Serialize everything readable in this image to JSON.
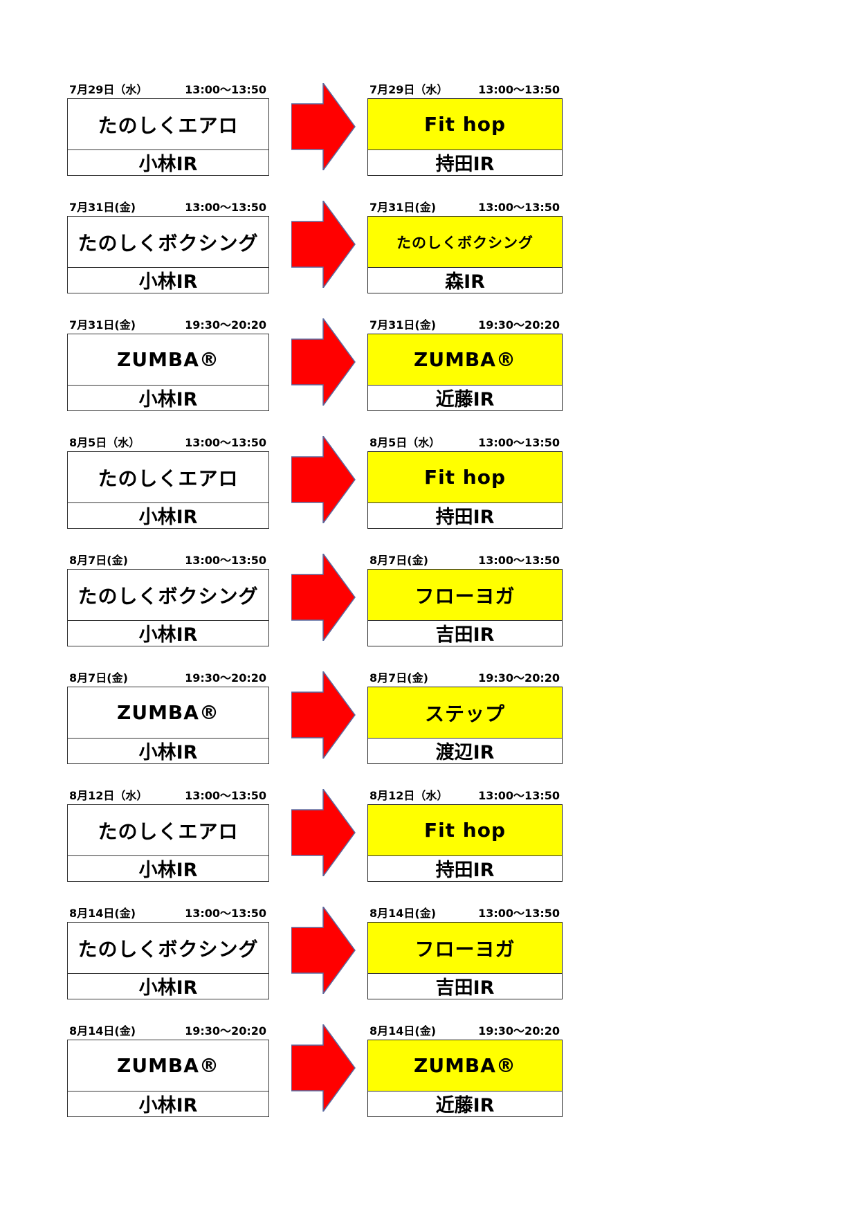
{
  "rows": [
    {
      "before": {
        "date": "7月29日（水）",
        "time": "13:00〜13:50",
        "class": "たのしくエアロ",
        "instructor": "小林IR"
      },
      "after": {
        "date": "7月29日（水）",
        "time": "13:00〜13:50",
        "class": "Fit hop",
        "instructor": "持田IR"
      }
    },
    {
      "before": {
        "date": "7月31日(金)",
        "time": "13:00〜13:50",
        "class": "たのしくボクシング",
        "instructor": "小林IR"
      },
      "after": {
        "date": "7月31日(金)",
        "time": "13:00〜13:50",
        "class": "たのしくボクシング",
        "instructor": "森IR"
      }
    },
    {
      "before": {
        "date": "7月31日(金)",
        "time": "19:30〜20:20",
        "class": "ZUMBA®",
        "instructor": "小林IR"
      },
      "after": {
        "date": "7月31日(金)",
        "time": "19:30〜20:20",
        "class": "ZUMBA®",
        "instructor": "近藤IR"
      }
    },
    {
      "before": {
        "date": "8月5日（水）",
        "time": "13:00〜13:50",
        "class": "たのしくエアロ",
        "instructor": "小林IR"
      },
      "after": {
        "date": "8月5日（水）",
        "time": "13:00〜13:50",
        "class": "Fit hop",
        "instructor": "持田IR"
      }
    },
    {
      "before": {
        "date": "8月7日(金)",
        "time": "13:00〜13:50",
        "class": "たのしくボクシング",
        "instructor": "小林IR"
      },
      "after": {
        "date": "8月7日(金)",
        "time": "13:00〜13:50",
        "class": "フローヨガ",
        "instructor": "吉田IR"
      }
    },
    {
      "before": {
        "date": "8月7日(金)",
        "time": "19:30〜20:20",
        "class": "ZUMBA®",
        "instructor": "小林IR"
      },
      "after": {
        "date": "8月7日(金)",
        "time": "19:30〜20:20",
        "class": "ステップ",
        "instructor": "渡辺IR"
      }
    },
    {
      "before": {
        "date": "8月12日（水）",
        "time": "13:00〜13:50",
        "class": "たのしくエアロ",
        "instructor": "小林IR"
      },
      "after": {
        "date": "8月12日（水）",
        "time": "13:00〜13:50",
        "class": "Fit hop",
        "instructor": "持田IR"
      }
    },
    {
      "before": {
        "date": "8月14日(金)",
        "time": "13:00〜13:50",
        "class": "たのしくボクシング",
        "instructor": "小林IR"
      },
      "after": {
        "date": "8月14日(金)",
        "time": "13:00〜13:50",
        "class": "フローヨガ",
        "instructor": "吉田IR"
      }
    },
    {
      "before": {
        "date": "8月14日(金)",
        "time": "19:30〜20:20",
        "class": "ZUMBA®",
        "instructor": "小林IR"
      },
      "after": {
        "date": "8月14日(金)",
        "time": "19:30〜20:20",
        "class": "ZUMBA®",
        "instructor": "近藤IR"
      }
    }
  ],
  "colors": {
    "highlight": "#ffff00",
    "arrow": "#ff0000",
    "arrow_outline": "#5a6aa0"
  },
  "icons": {
    "arrow": "right-arrow-icon"
  }
}
